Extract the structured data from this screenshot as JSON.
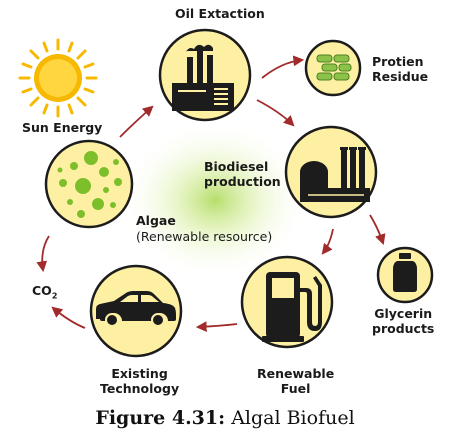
{
  "labels": {
    "oil_extraction": "Oil Extaction",
    "protein_residue_line1": "Protien",
    "protein_residue_line2": "Residue",
    "sun_energy": "Sun Energy",
    "biodiesel_line1": "Biodiesel",
    "biodiesel_line2": "production",
    "algae": "Algae",
    "algae_note": "(Renewable resource)",
    "co2_main": "CO",
    "co2_sub": "2",
    "glycerin_line1": "Glycerin",
    "glycerin_line2": "products",
    "renewable_fuel_line1": "Renewable",
    "renewable_fuel_line2": "Fuel",
    "existing_tech_line1": "Existing",
    "existing_tech_line2": "Technology"
  },
  "caption": {
    "number": "Figure 4.31:",
    "title": "Algal Biofuel"
  },
  "colors": {
    "circle_fill": "#fdf0a3",
    "circle_stroke": "#1c1c1c",
    "arrow": "#a12a2a",
    "icon": "#1c1c1c",
    "algae_dot": "#7cbf2a",
    "residue_green": "#8bc34a",
    "sun": "#f6b800",
    "center_glow": "#9fd23a"
  },
  "icons": [
    "sun-icon",
    "algae-cells-icon",
    "factory-icon",
    "protein-pellets-icon",
    "refinery-icon",
    "glycerin-bottle-icon",
    "fuel-pump-icon",
    "car-icon"
  ]
}
